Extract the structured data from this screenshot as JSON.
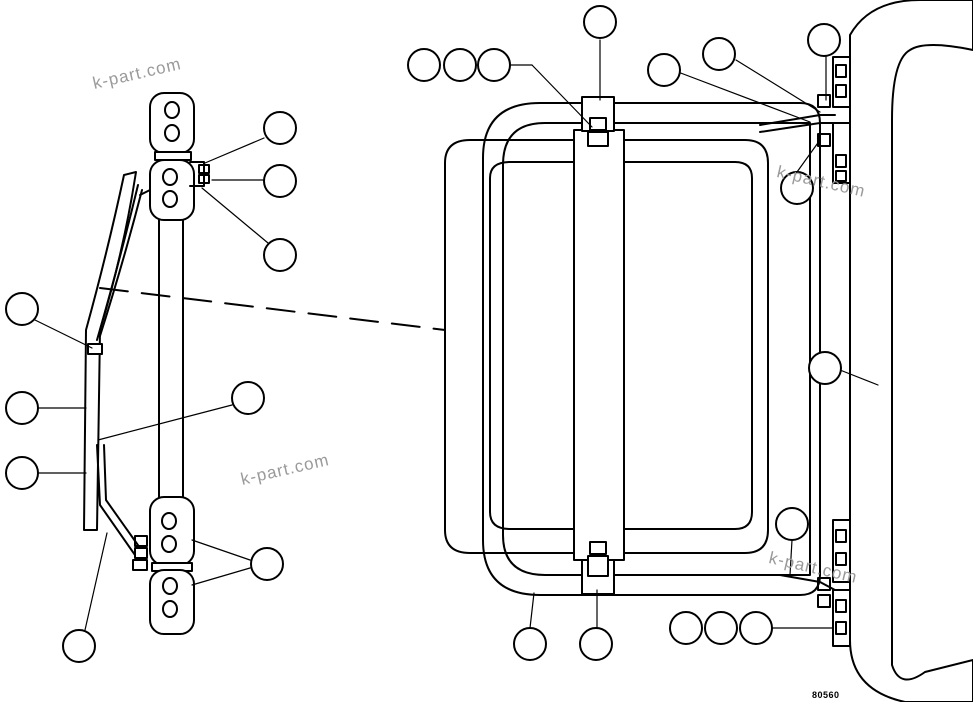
{
  "watermark": "k-part.com",
  "figure_id": "80560",
  "colors": {
    "line": "#000000",
    "background": "#ffffff",
    "watermark": "#9a9a9a"
  },
  "callout_count": 24
}
